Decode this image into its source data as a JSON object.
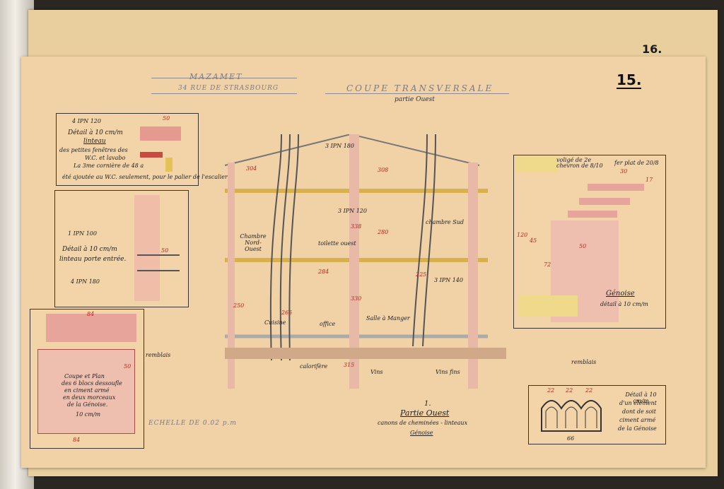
{
  "sheet": {
    "back_number": "16.",
    "front_number": "15."
  },
  "titles": {
    "town": "MAZAMET",
    "street": "34 RUE DE STRASBOURG",
    "section": "COUPE TRANSVERSALE",
    "partie": "partie Ouest"
  },
  "details": {
    "linteau_small": {
      "beam": "4 IPN 120",
      "title_1": "Détail à 10 cm/m",
      "title_2": "linteau",
      "title_3": "des petites fenêtres des",
      "title_4": "W.C. et lavabo",
      "note_1": "La 3me cornière de 48 a",
      "note_2": "été ajoutée au W.C. seulement, pour le palier de l'escalier",
      "dim": "50"
    },
    "linteau_entree": {
      "beam_top": "1 IPN 100",
      "title_1": "Détail à 10 cm/m",
      "title_2": "linteau porte entrée.",
      "beam_bottom": "4 IPN 180",
      "dim": "50"
    },
    "coupe_plan": {
      "text_1": "Coupe et Plan",
      "text_2": "des 6 blocs dessoufle",
      "text_3": "en ciment armé",
      "text_4": "en deux morceaux",
      "text_5": "de la Génoise.",
      "text_6": "10 cm/m",
      "dim_top": "84",
      "dim_bottom": "84",
      "dim_side": "50"
    },
    "genoise": {
      "title": "Génoise",
      "subtitle": "détail à 10 cm/m",
      "note_1": "voligé de 2e",
      "note_2": "chevron de 8/10",
      "note_3": "fer plat de 20/8",
      "dims": [
        "30",
        "17",
        "50",
        "72",
        "120",
        "45"
      ]
    },
    "element": {
      "text_1": "Détail à 10 cm/m",
      "text_2": "d'un élément",
      "text_3": "dont de soit",
      "text_4": "ciment armé",
      "text_5": "de la Génoise",
      "dims_top": [
        "22",
        "22",
        "22"
      ],
      "dim_bottom": "66"
    }
  },
  "section_labels": {
    "chambre_nord": "Chambre Nord-Ouest",
    "toilette": "toilette ouest",
    "chambre_sud": "chambre Sud",
    "cuisine": "Cuisine",
    "office": "office",
    "salle": "Salle à Manger",
    "calorifere": "calorifère",
    "vins": "Vins",
    "vins_fins": "Vins fins",
    "remblais_left": "remblais",
    "remblais_right": "remblais",
    "ipn_top": "3 IPN 180",
    "ipn_mid": "3 IPN 120",
    "ipn_low": "3 IPN 140",
    "dims": [
      "304",
      "308",
      "280",
      "338",
      "330",
      "284",
      "265",
      "225",
      "250",
      "315"
    ]
  },
  "legend": {
    "number": "1.",
    "title": "Partie Ouest",
    "subtitle": "canons de cheminées - linteaux",
    "item": "Génoise"
  },
  "scale": "ECHELLE DE 0.02 p.m"
}
